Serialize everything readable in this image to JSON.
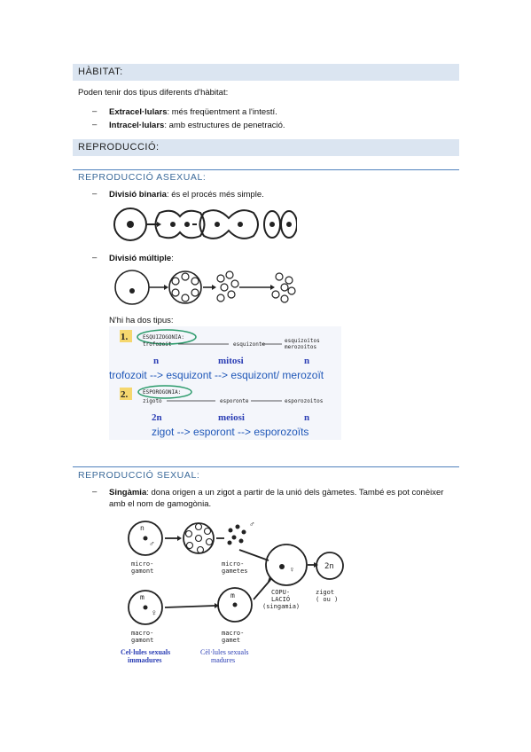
{
  "habitat": {
    "heading": "HÀBITAT:",
    "intro": "Poden tenir dos tipus diferents d'hàbitat:",
    "items": [
      {
        "term": "Extracel·lulars",
        "rest": ": més freqüentment a l'intestí."
      },
      {
        "term": "Intracel·lulars",
        "rest": ": amb estructures de penetració."
      }
    ]
  },
  "reproduccio": {
    "heading": "REPRODUCCIÓ:",
    "asexual": {
      "heading": "REPRODUCCIÓ ASEXUAL:",
      "binaria_term": "Divisió binaria",
      "binaria_rest": ": és el procés més simple.",
      "multiple_term": "Divisió múltiple",
      "multiple_rest": ":",
      "types_intro": "N'hi ha dos tipus:",
      "diagram": {
        "num1": "1.",
        "esq_label": "ESQUIZOGONIA:",
        "esq_row": [
          "trofozoit",
          "esquizonte",
          "esquizoitos",
          "merozoitos"
        ],
        "ploidy1": [
          "n",
          "mitosi",
          "n"
        ],
        "flow1": "trofozoit --> esquizont --> esquizont/ merozoït",
        "num2": "2.",
        "esp_label": "ESPOROGONIA:",
        "esp_row": [
          "zigoto",
          "esporonte",
          "esporozoitos"
        ],
        "ploidy2": [
          "2n",
          "meiosi",
          "n"
        ],
        "flow2": "zigot --> esporont --> esporozoïts"
      }
    },
    "sexual": {
      "heading": "REPRODUCCIÓ SEXUAL:",
      "singamia_term": "Singàmia",
      "singamia_line1": ": dona origen a un zigot a partir de la unió dels gàmetes. També es pot conèixer",
      "singamia_line2": "amb el nom de gamogònia.",
      "diagram": {
        "microgamont": "micro-\ngamont",
        "microgametes": "micro-\ngametes",
        "macrogamont": "macro-\ngamont",
        "macrogamet": "macro-\ngamet",
        "copulacio": "COPU-\nLACIÓ\n(singamia)",
        "zigot": "zigot\n( ou )",
        "immadures": "Cel·lules sexuals\nimmadures",
        "madures": "Cèl·lules sexuals\nmadures",
        "n_label": "n",
        "twon_label": "2n",
        "m_label": "m"
      }
    }
  }
}
